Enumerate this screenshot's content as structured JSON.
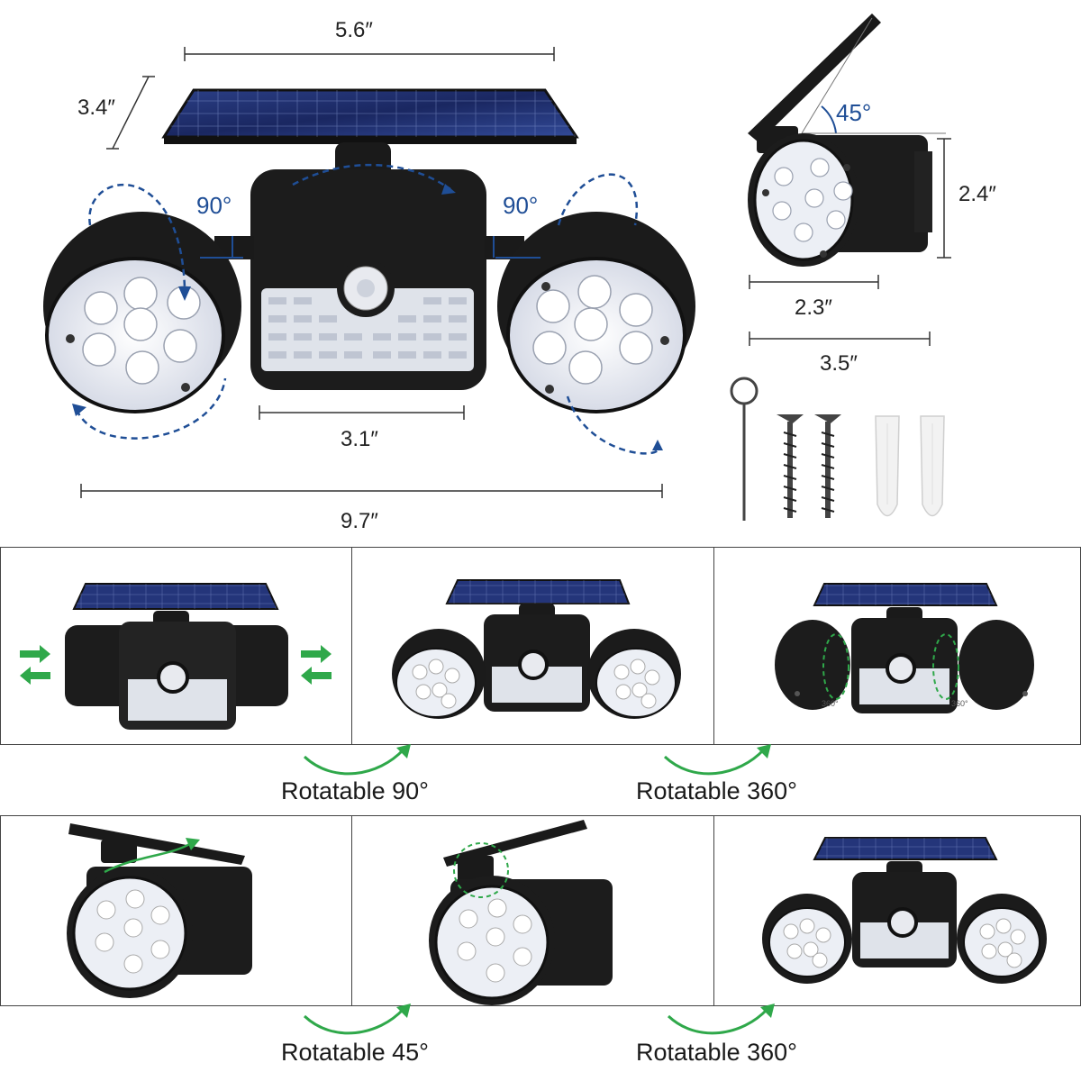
{
  "colors": {
    "arrow_blue": "#1f4e96",
    "arrow_green": "#2fa84a",
    "panel_dark": "#1b2a5e",
    "housing": "#1c1c1c",
    "led_face": "#e9ecf4"
  },
  "main_view": {
    "width_panel": "5.6″",
    "height_panel": "3.4″",
    "body_width": "3.1″",
    "total_width": "9.7″",
    "left_angle": "90°",
    "right_angle": "90°"
  },
  "side_view": {
    "tilt_angle": "45°",
    "height": "2.4″",
    "head_width": "2.3″",
    "depth": "3.5″"
  },
  "accessories": [
    "pin-tool",
    "screw",
    "screw",
    "wall-anchor",
    "wall-anchor"
  ],
  "row1": {
    "caption_left": "Rotatable 90°",
    "caption_right": "Rotatable 360°",
    "small_label_a": "360°",
    "small_label_b": "360°"
  },
  "row2": {
    "caption_left": "Rotatable 45°",
    "caption_right": "Rotatable 360°"
  }
}
